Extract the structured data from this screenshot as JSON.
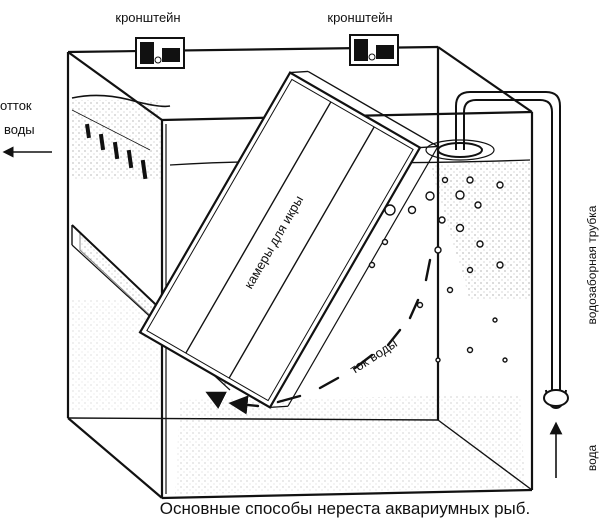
{
  "labels": {
    "bracket_left": "кронштейн",
    "bracket_right": "кронштейн",
    "outflow_line1": "отток",
    "outflow_line2": "воды",
    "intake_tube": "водозаборная трубка",
    "water_in": "вода",
    "egg_chambers": "камеры для икры",
    "water_current": "ток воды"
  },
  "caption": "Основные способы нереста аквариумных рыб.",
  "colors": {
    "ink": "#111111",
    "paper": "#ffffff"
  }
}
